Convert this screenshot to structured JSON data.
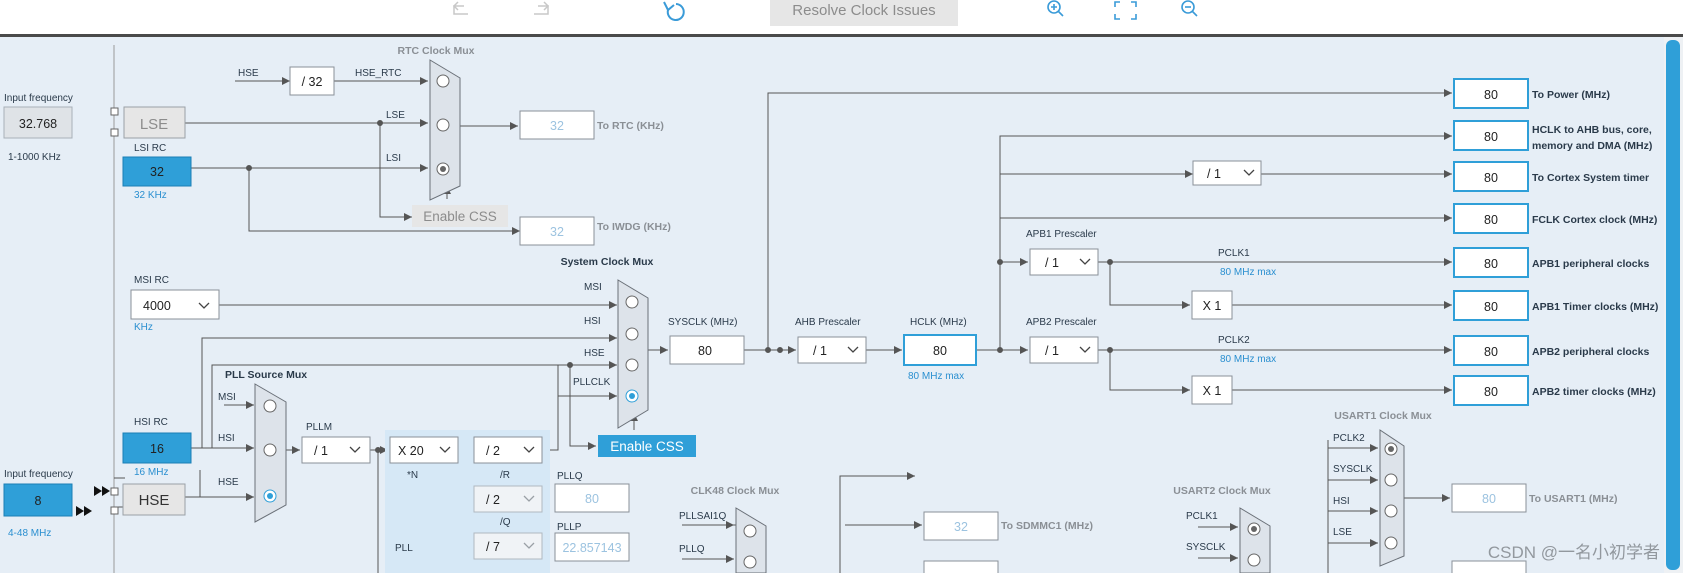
{
  "toolbar": {
    "resolve_label": "Resolve Clock Issues",
    "icons": [
      "undo-icon",
      "redo-icon",
      "refresh-icon",
      "zoom-in-icon",
      "fit-screen-icon",
      "zoom-out-icon"
    ]
  },
  "inputs": {
    "lse": {
      "freq_label": "Input frequency",
      "value": "32.768",
      "range": "1-1000 KHz",
      "name": "LSE"
    },
    "lsi": {
      "name": "LSI RC",
      "value": "32",
      "unit": "32 KHz"
    },
    "msi": {
      "name": "MSI RC",
      "value": "4000",
      "unit": "KHz"
    },
    "hsi": {
      "name": "HSI RC",
      "value": "16",
      "unit": "16 MHz"
    },
    "hse": {
      "freq_label": "Input frequency",
      "value": "8",
      "range": "4-48 MHz",
      "name": "HSE"
    }
  },
  "rtc": {
    "mux_title": "RTC Clock Mux",
    "hse_in": "HSE",
    "div": "/ 32",
    "hse_rtc": "HSE_RTC",
    "lse": "LSE",
    "lsi": "LSI",
    "out_value": "32",
    "out_label": "To RTC (KHz)",
    "enable_css": "Enable CSS",
    "iwdg_value": "32",
    "iwdg_label": "To IWDG (KHz)"
  },
  "sysmux": {
    "title": "System Clock Mux",
    "msi": "MSI",
    "hsi": "HSI",
    "hse": "HSE",
    "pllclk": "PLLCLK",
    "enable_css": "Enable CSS"
  },
  "pll": {
    "src_title": "PLL Source Mux",
    "msi": "MSI",
    "hsi": "HSI",
    "hse": "HSE",
    "pllm_label": "PLLM",
    "pllm": "/ 1",
    "n": "X 20",
    "n_label": "*N",
    "r": "/ 2",
    "r_label": "/R",
    "q": "/ 2",
    "q_label": "/Q",
    "pllq_label": "PLLQ",
    "pllq": "80",
    "p": "/ 7",
    "pllp_label": "PLLP",
    "pllp": "22.857143",
    "pll_label": "PLL"
  },
  "sysclk": {
    "label": "SYSCLK (MHz)",
    "value": "80"
  },
  "ahb": {
    "label": "AHB Prescaler",
    "value": "/ 1"
  },
  "hclk": {
    "label": "HCLK (MHz)",
    "value": "80",
    "max": "80 MHz max"
  },
  "apb1": {
    "label": "APB1 Prescaler",
    "value": "/ 1",
    "pclk": "PCLK1",
    "max": "80 MHz max",
    "timer_mul": "X 1"
  },
  "apb2": {
    "label": "APB2 Prescaler",
    "value": "/ 1",
    "pclk": "PCLK2",
    "max": "80 MHz max",
    "timer_mul": "X 1"
  },
  "cortex_div": "/ 1",
  "outputs": [
    {
      "value": "80",
      "label": "To Power (MHz)"
    },
    {
      "value": "80",
      "label": "HCLK to AHB bus, core,",
      "label2": "memory and DMA (MHz)"
    },
    {
      "value": "80",
      "label": "To Cortex System timer"
    },
    {
      "value": "80",
      "label": "FCLK Cortex clock (MHz)"
    },
    {
      "value": "80",
      "label": "APB1 peripheral clocks"
    },
    {
      "value": "80",
      "label": "APB1 Timer clocks (MHz)"
    },
    {
      "value": "80",
      "label": "APB2 peripheral clocks"
    },
    {
      "value": "80",
      "label": "APB2 timer clocks (MHz)"
    }
  ],
  "clk48": {
    "title": "CLK48 Clock Mux",
    "pllsai1q": "PLLSAI1Q",
    "pllq": "PLLQ"
  },
  "sdmmc": {
    "value": "32",
    "label": "To SDMMC1 (MHz)"
  },
  "usart2": {
    "title": "USART2 Clock Mux",
    "pclk1": "PCLK1",
    "sysclk": "SYSCLK"
  },
  "usart1": {
    "title": "USART1 Clock Mux",
    "pclk2": "PCLK2",
    "sysclk": "SYSCLK",
    "hsi": "HSI",
    "lse": "LSE",
    "value": "80",
    "label": "To USART1 (MHz)"
  },
  "watermark": "CSDN @一名小初学者"
}
